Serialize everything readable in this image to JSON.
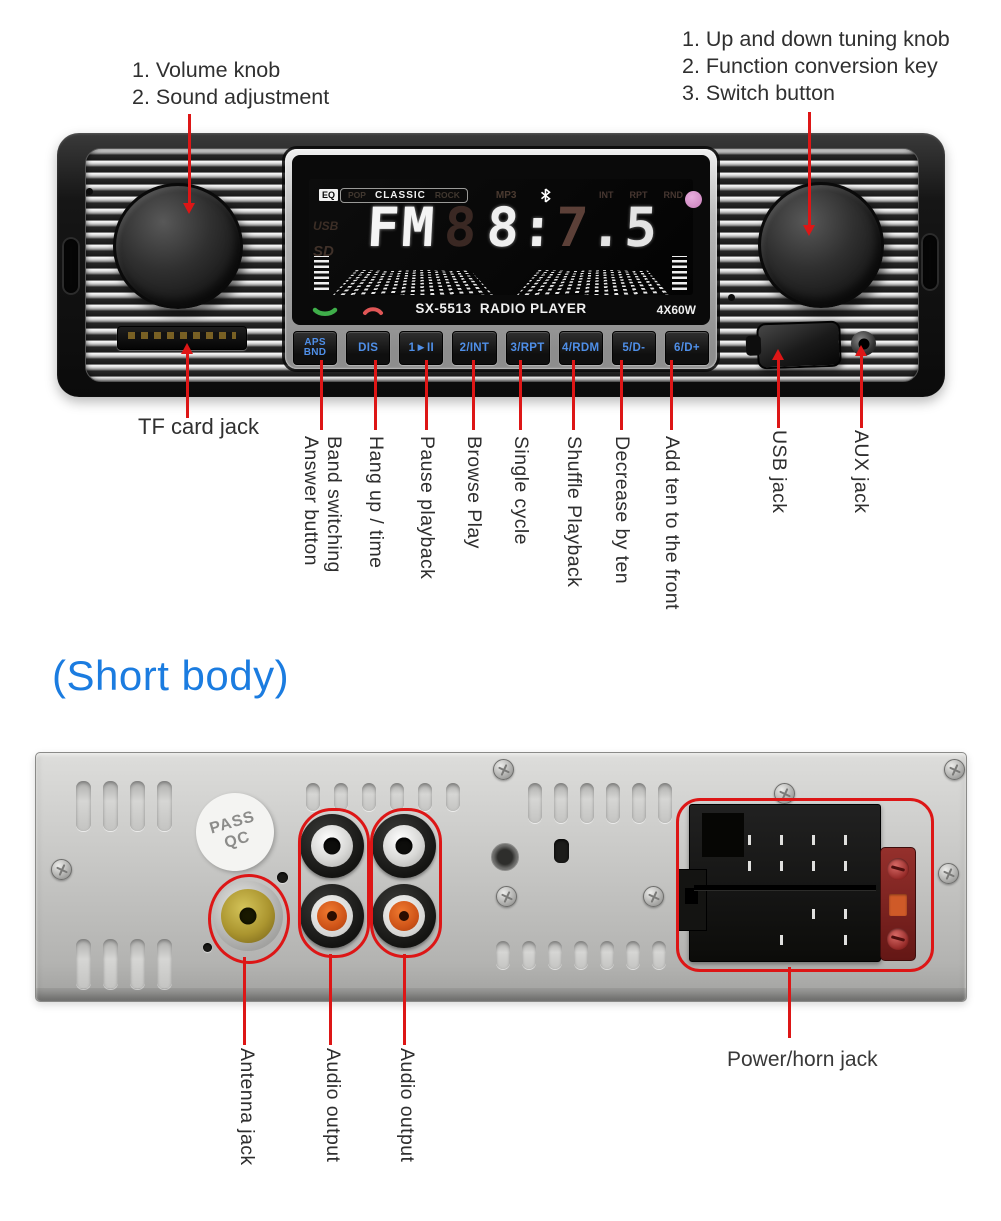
{
  "colors": {
    "annotation_red": "#dd1616",
    "section_title_blue": "#1b7ce0",
    "button_text_blue": "#4f8fe8"
  },
  "front_view": {
    "top_left_note": {
      "line1": "1. Volume knob",
      "line2": "2. Sound adjustment"
    },
    "top_right_note": {
      "line1": "1. Up and down tuning knob",
      "line2": "2. Function conversion key",
      "line3": "3. Switch button"
    },
    "display": {
      "eq_label": "EQ",
      "eq_ghost_left": "POP",
      "eq_mode": "CLASSIC",
      "eq_ghost_right": "ROCK",
      "mp3": "MP3",
      "flag_int": "INT",
      "flag_rpt": "RPT",
      "flag_rnd": "RND",
      "ghost_usb": "USB",
      "ghost_sd": "SD",
      "freq_band": "FM",
      "ghost_digit": "8",
      "freq_a": "8:",
      "freq_b": "7",
      "freq_c": ".5",
      "model": "SX-5513",
      "product": "RADIO PLAYER",
      "power_rating": "4X60W"
    },
    "buttons": [
      {
        "top": "APS",
        "bottom": "BND"
      },
      {
        "top": "DIS"
      },
      {
        "top": "1►II"
      },
      {
        "top": "2/INT"
      },
      {
        "top": "3/RPT"
      },
      {
        "top": "4/RDM"
      },
      {
        "top": "5/D-"
      },
      {
        "top": "6/D+"
      }
    ],
    "part_labels": {
      "tf": "TF card jack",
      "buttons": [
        [
          "Answer button",
          "Band switching"
        ],
        [
          "Hang up / time"
        ],
        [
          "Pause playback"
        ],
        [
          "Browse Play"
        ],
        [
          "Single cycle"
        ],
        [
          "Shuffle Playback"
        ],
        [
          "Decrease by ten"
        ],
        [
          "Add ten to the front"
        ]
      ],
      "usb": "USB jack",
      "aux": "AUX jack"
    }
  },
  "section_title": "(Short body)",
  "rear_view": {
    "sticker": {
      "line1": "PASS",
      "line2": "QC"
    },
    "part_labels": {
      "antenna": "Antenna jack",
      "audio_left": "Audio output",
      "audio_right": "Audio output",
      "power": "Power/horn jack"
    }
  }
}
